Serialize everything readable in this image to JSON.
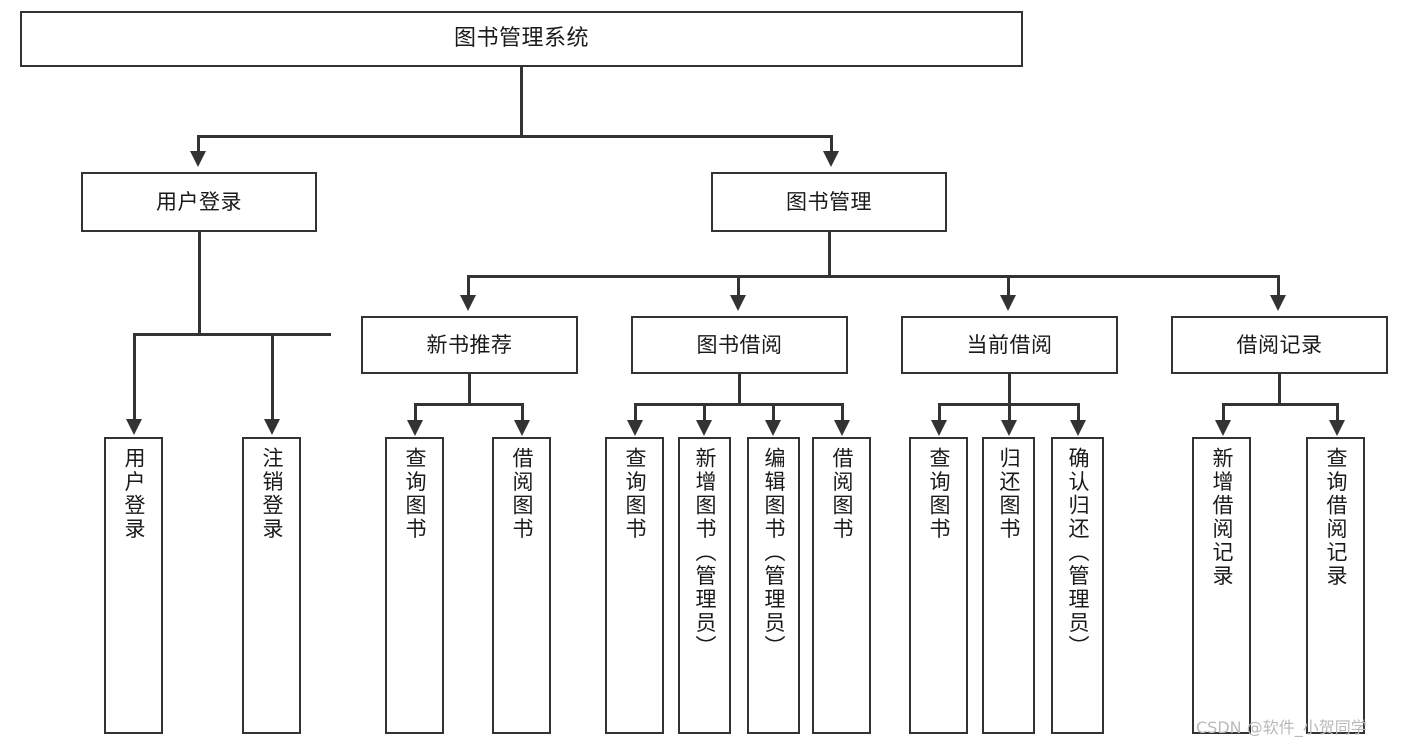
{
  "diagram": {
    "title": "图书管理系统",
    "type": "tree-hierarchy-diagram",
    "watermark": "CSDN @软件_小贺同学",
    "theme": {
      "background": "#ffffff",
      "border_color": "#333333",
      "text_color": "#1a1a1a",
      "watermark_color": "#b9b9b9"
    }
  },
  "nodes": {
    "root": {
      "label": "图书管理系统"
    },
    "tier2": [
      {
        "label": "用户登录"
      },
      {
        "label": "图书管理"
      }
    ],
    "tier3": [
      {
        "label": "新书推荐"
      },
      {
        "label": "图书借阅"
      },
      {
        "label": "当前借阅"
      },
      {
        "label": "借阅记录"
      }
    ],
    "tier4": {
      "user_login_children": [
        {
          "label": "用户登录"
        },
        {
          "label": "注销登录"
        }
      ],
      "new_book_children": [
        {
          "label": "查询图书"
        },
        {
          "label": "借阅图书"
        }
      ],
      "book_borrow_children": [
        {
          "label": "查询图书"
        },
        {
          "label": "新增图书（管理员）"
        },
        {
          "label": "编辑图书（管理员）"
        },
        {
          "label": "借阅图书"
        }
      ],
      "current_borrow_children": [
        {
          "label": "查询图书"
        },
        {
          "label": "归还图书"
        },
        {
          "label": "确认归还（管理员）"
        }
      ],
      "borrow_record_children": [
        {
          "label": "新增借阅记录"
        },
        {
          "label": "查询借阅记录"
        }
      ]
    }
  }
}
